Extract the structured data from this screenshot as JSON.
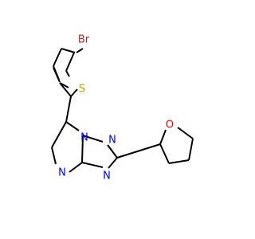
{
  "molecule": {
    "atoms": {
      "br": {
        "symbol": "Br",
        "color": "#a52a2a"
      },
      "s": {
        "symbol": "S",
        "color": "#b8a000"
      },
      "n1": {
        "symbol": "N",
        "color": "#0000ff"
      },
      "n2": {
        "symbol": "N",
        "color": "#0000ff"
      },
      "n3": {
        "symbol": "N",
        "color": "#0000ff"
      },
      "n4": {
        "symbol": "N",
        "color": "#0000ff"
      },
      "o": {
        "symbol": "O",
        "color": "#ff0000"
      }
    },
    "bond_color": "#000000"
  }
}
